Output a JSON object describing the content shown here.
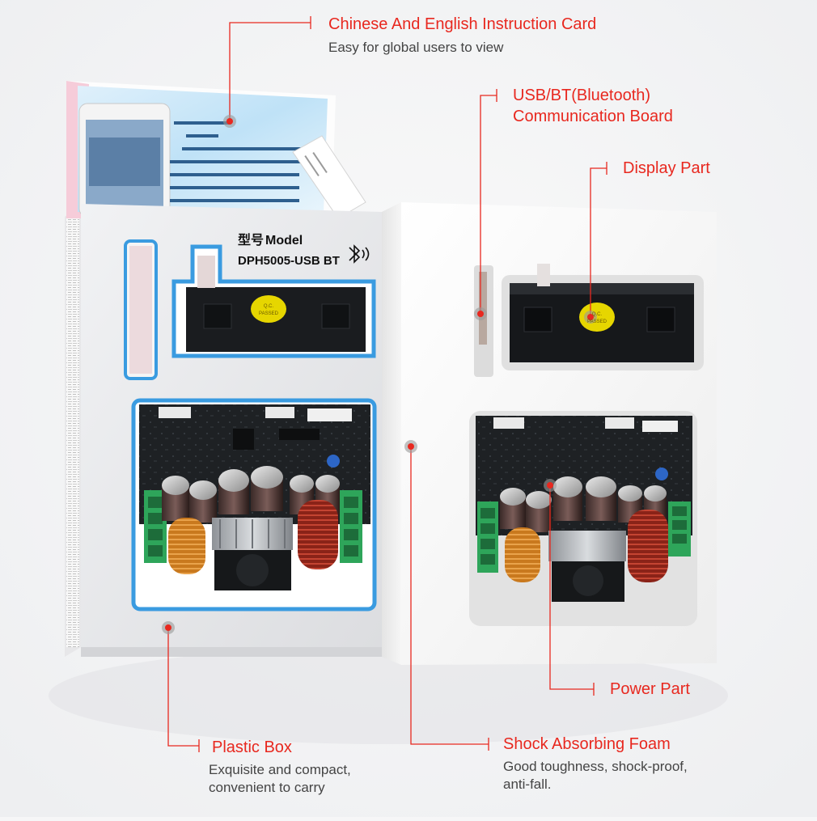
{
  "box_print": {
    "model_cn": "型号",
    "model_en": "Model",
    "model_number": "DPH5005-USB BT"
  },
  "qc_sticker": {
    "line1": "Q.C.",
    "line2": "PASSED"
  },
  "callouts": [
    {
      "title": "Chinese And English Instruction Card",
      "description": [
        "Easy for global users to view"
      ]
    },
    {
      "title_lines": [
        "USB/BT(Bluetooth)",
        "Communication Board"
      ]
    },
    {
      "title": "Display Part"
    },
    {
      "title": "Power Part"
    },
    {
      "title": "Plastic Box",
      "description": [
        "Exquisite and compact,",
        "convenient to carry"
      ]
    },
    {
      "title": "Shock Absorbing Foam",
      "description": [
        "Good toughness, shock-proof,",
        "anti-fall."
      ]
    }
  ],
  "colors": {
    "accent_red": "#e8281f",
    "box_blue": "#3a9be0",
    "foam_white": "#fbfbfb"
  }
}
